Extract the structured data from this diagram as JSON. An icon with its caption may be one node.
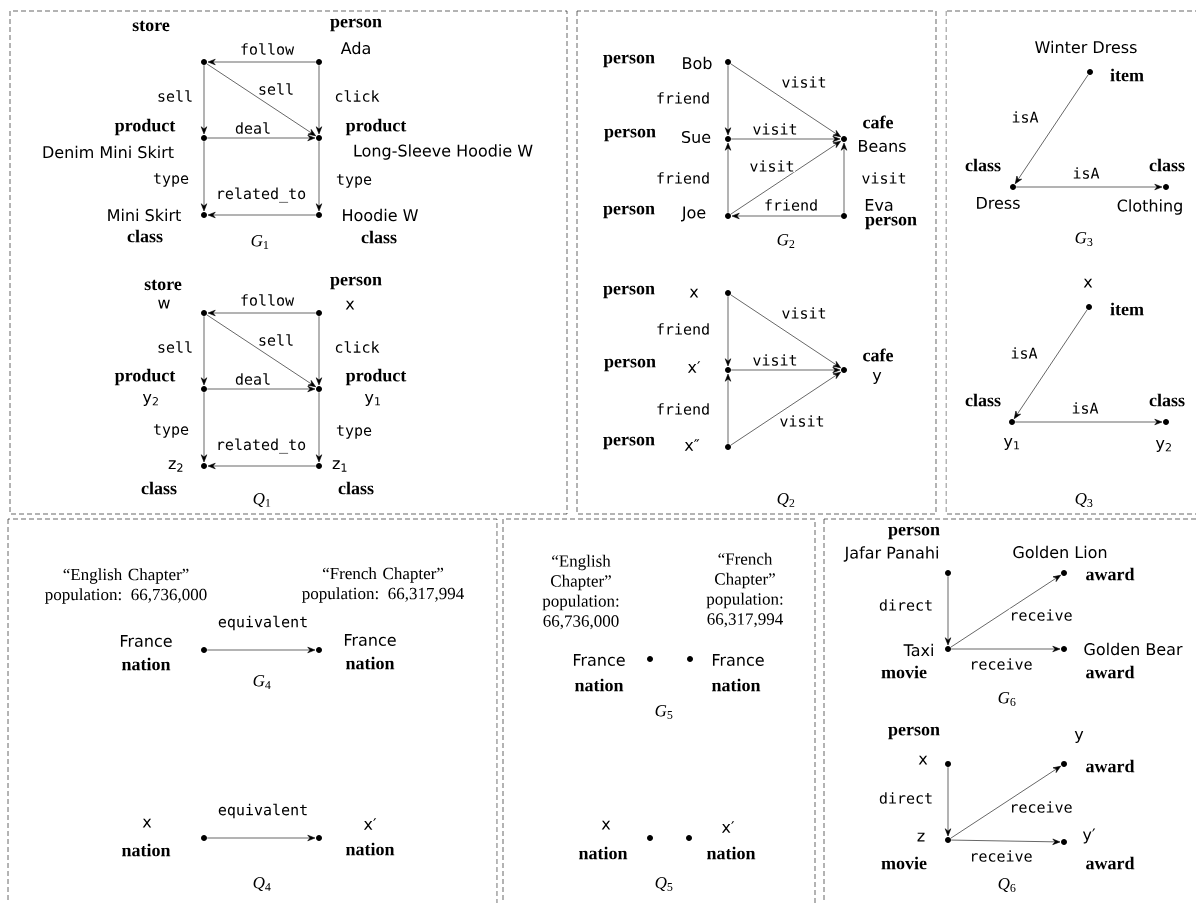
{
  "diagram": {
    "nodes": [
      {
        "text": [
          "store"
        ]
      },
      {
        "text": [
          "person",
          "Ada"
        ]
      },
      {
        "text": [
          "product",
          "Denim Mini Skirt"
        ]
      },
      {
        "text": [
          "product",
          "Long-Sleeve Hoodie W"
        ]
      },
      {
        "text": [
          "Mini Skirt",
          "class"
        ]
      },
      {
        "text": [
          "Hoodie W",
          "class"
        ]
      },
      {
        "text": [
          "store",
          "w"
        ]
      },
      {
        "text": [
          "person",
          "x"
        ]
      },
      {
        "text": [
          "product",
          "y$_{2}$"
        ]
      },
      {
        "text": [
          "product",
          "y$_{1}$"
        ]
      },
      {
        "text": [
          "z$_{2}$",
          "class"
        ]
      },
      {
        "text": [
          "z$_{1}$",
          "class"
        ]
      },
      {
        "text": [
          "person",
          "Bob"
        ]
      },
      {
        "text": [
          "person",
          "Sue"
        ]
      },
      {
        "text": [
          "person",
          "Joe"
        ]
      },
      {
        "text": [
          "cafe",
          "Beans"
        ]
      },
      {
        "text": [
          "Eva",
          "person"
        ]
      },
      {
        "text": [
          "person",
          "x"
        ]
      },
      {
        "text": [
          "person",
          "x′"
        ]
      },
      {
        "text": [
          "person",
          "x″"
        ]
      },
      {
        "text": [
          "cafe",
          "y"
        ]
      },
      {
        "text": [
          "Winter Dress",
          "item"
        ]
      },
      {
        "text": [
          "class",
          "Dress"
        ]
      },
      {
        "text": [
          "class",
          "Clothing"
        ]
      },
      {
        "text": [
          "x",
          "item"
        ]
      },
      {
        "text": [
          "class",
          "y$_{1}$"
        ]
      },
      {
        "text": [
          "class",
          "y$_{2}$"
        ]
      },
      {
        "text": [
          "“English Chapter” population: 66,736,000",
          "France",
          "nation"
        ]
      },
      {
        "text": [
          "“French Chapter” population: 66,317,994",
          "France",
          "nation"
        ]
      },
      {
        "text": [
          "x",
          "nation"
        ]
      },
      {
        "text": [
          "x′",
          "nation"
        ]
      },
      {
        "text": [
          "“English Chapter” population: 66,736,000",
          "France",
          "nation"
        ]
      },
      {
        "text": [
          "“French Chapter” population: 66,317,994",
          "France",
          "nation"
        ]
      },
      {
        "text": [
          "x",
          "nation"
        ]
      },
      {
        "text": [
          "x′",
          "nation"
        ]
      },
      {
        "text": [
          "person",
          "Jafar Panahi"
        ]
      },
      {
        "text": [
          "Taxi",
          "movie"
        ]
      },
      {
        "text": [
          "Golden Lion",
          "award"
        ]
      },
      {
        "text": [
          "Golden Bear",
          "award"
        ]
      },
      {
        "text": [
          "person",
          "x"
        ]
      },
      {
        "text": [
          "z",
          "movie"
        ]
      },
      {
        "text": [
          "y",
          "award"
        ]
      },
      {
        "text": [
          "y′",
          "award"
        ]
      }
    ],
    "edges": [
      {
        "from": 1,
        "to": 0,
        "arrow": "to",
        "label": "follow"
      },
      {
        "from": 0,
        "to": 2,
        "arrow": "to",
        "label": "sell"
      },
      {
        "from": 0,
        "to": 3,
        "arrow": "to",
        "label": "sell"
      },
      {
        "from": 1,
        "to": 3,
        "arrow": "to",
        "label": "click"
      },
      {
        "from": 2,
        "to": 3,
        "arrow": "to",
        "label": "deal"
      },
      {
        "from": 2,
        "to": 4,
        "arrow": "to",
        "label": "type"
      },
      {
        "from": 3,
        "to": 5,
        "arrow": "to",
        "label": "type"
      },
      {
        "from": 5,
        "to": 4,
        "arrow": "to",
        "label": "related_to"
      },
      {
        "from": 7,
        "to": 6,
        "arrow": "to",
        "label": "follow"
      },
      {
        "from": 6,
        "to": 8,
        "arrow": "to",
        "label": "sell"
      },
      {
        "from": 6,
        "to": 9,
        "arrow": "to",
        "label": "sell"
      },
      {
        "from": 7,
        "to": 9,
        "arrow": "to",
        "label": "click"
      },
      {
        "from": 8,
        "to": 9,
        "arrow": "to",
        "label": "deal"
      },
      {
        "from": 8,
        "to": 10,
        "arrow": "to",
        "label": "type"
      },
      {
        "from": 9,
        "to": 11,
        "arrow": "to",
        "label": "type"
      },
      {
        "from": 11,
        "to": 10,
        "arrow": "to",
        "label": "related_to"
      },
      {
        "from": 12,
        "to": 13,
        "arrow": "to",
        "label": "friend"
      },
      {
        "from": 12,
        "to": 15,
        "arrow": "to",
        "label": "visit"
      },
      {
        "from": 13,
        "to": 15,
        "arrow": "to",
        "label": "visit"
      },
      {
        "from": 14,
        "to": 13,
        "arrow": "to",
        "label": "friend"
      },
      {
        "from": 14,
        "to": 15,
        "arrow": "to",
        "label": "visit"
      },
      {
        "from": 16,
        "to": 15,
        "arrow": "to",
        "label": "visit"
      },
      {
        "from": 16,
        "to": 14,
        "arrow": "to",
        "label": "friend"
      },
      {
        "from": 17,
        "to": 18,
        "arrow": "to",
        "label": "friend"
      },
      {
        "from": 17,
        "to": 20,
        "arrow": "to",
        "label": "visit"
      },
      {
        "from": 18,
        "to": 20,
        "arrow": "to",
        "label": "visit"
      },
      {
        "from": 19,
        "to": 18,
        "arrow": "to",
        "label": "friend"
      },
      {
        "from": 19,
        "to": 20,
        "arrow": "to",
        "label": "visit"
      },
      {
        "from": 21,
        "to": 22,
        "arrow": "to",
        "label": "isA"
      },
      {
        "from": 22,
        "to": 23,
        "arrow": "to",
        "label": "isA"
      },
      {
        "from": 24,
        "to": 25,
        "arrow": "to",
        "label": "isA"
      },
      {
        "from": 25,
        "to": 26,
        "arrow": "to",
        "label": "isA"
      },
      {
        "from": 27,
        "to": 28,
        "arrow": "to",
        "label": "equivalent"
      },
      {
        "from": 29,
        "to": 30,
        "arrow": "to",
        "label": "equivalent"
      },
      {
        "from": 35,
        "to": 36,
        "arrow": "to",
        "label": "direct"
      },
      {
        "from": 36,
        "to": 37,
        "arrow": "to",
        "label": "receive"
      },
      {
        "from": 36,
        "to": 38,
        "arrow": "to",
        "label": "receive"
      },
      {
        "from": 39,
        "to": 40,
        "arrow": "to",
        "label": "direct"
      },
      {
        "from": 40,
        "to": 41,
        "arrow": "to",
        "label": "receive"
      },
      {
        "from": 40,
        "to": 42,
        "arrow": "to",
        "label": "receive"
      }
    ],
    "labels": [
      "*G*$_{1}$",
      "*Q*$_{1}$",
      "*G*$_{2}$",
      "*Q*$_{2}$",
      "*G*$_{3}$",
      "*Q*$_{3}$",
      "*G*$_{4}$",
      "*Q*$_{4}$",
      "*G*$_{5}$",
      "*Q*$_{5}$",
      "*G*$_{6}$",
      "*Q*$_{6}$"
    ]
  }
}
